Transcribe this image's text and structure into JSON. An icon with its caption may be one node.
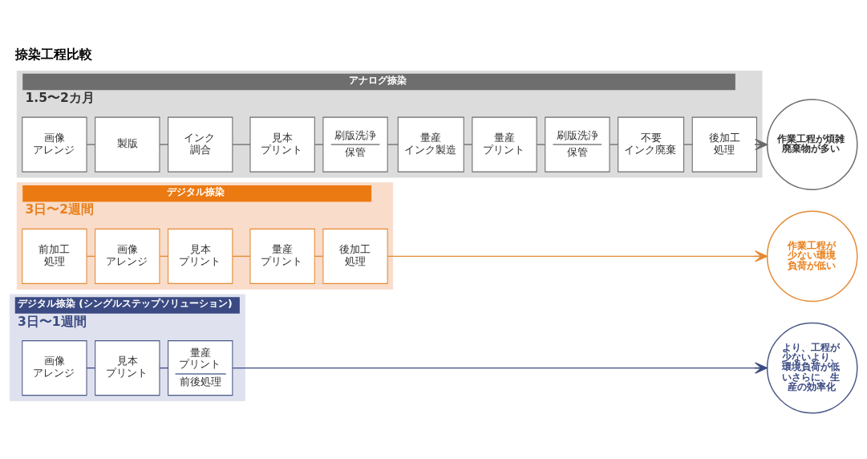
{
  "diagram": {
    "title": "捺染工程比較",
    "nodes": [
      {
        "text": [
          "アナログ捺染",
          "1.5〜2カ月"
        ]
      },
      {
        "text": [
          "画像アレンジ"
        ],
        "in": 0
      },
      {
        "text": [
          "製版"
        ],
        "in": 0
      },
      {
        "text": [
          "インク調合"
        ],
        "in": 0
      },
      {
        "text": [
          "見本プリント"
        ],
        "in": 0
      },
      {
        "text": [
          "刷版洗浄",
          "保管"
        ],
        "in": 0
      },
      {
        "text": [
          "量産インク製造"
        ],
        "in": 0
      },
      {
        "text": [
          "量産プリント"
        ],
        "in": 0
      },
      {
        "text": [
          "刷版洗浄",
          "保管"
        ],
        "in": 0
      },
      {
        "text": [
          "不要インク廃棄"
        ],
        "in": 0
      },
      {
        "text": [
          "後加工処理"
        ],
        "in": 0
      },
      {
        "text": [
          "作業工程が煩雑廃棄物が多い"
        ]
      },
      {
        "text": [
          "デジタル捺染",
          "3日〜2週間"
        ]
      },
      {
        "text": [
          "前加工処理"
        ],
        "in": 12
      },
      {
        "text": [
          "画像アレンジ"
        ],
        "in": 12
      },
      {
        "text": [
          "見本プリント"
        ],
        "in": 12
      },
      {
        "text": [
          "量産プリント"
        ],
        "in": 12
      },
      {
        "text": [
          "後加工処理"
        ],
        "in": 12
      },
      {
        "text": [
          "作業工程が少ない環境負荷が低い"
        ]
      },
      {
        "text": [
          "デジタル捺染 (シングルステップソリューション)",
          "3日〜1週間"
        ]
      },
      {
        "text": [
          "画像アレンジ"
        ],
        "in": 19
      },
      {
        "text": [
          "見本プリント"
        ],
        "in": 19
      },
      {
        "text": [
          "量産プリント",
          "前後処理"
        ],
        "in": 19
      },
      {
        "text": [
          "より、工程が少ないより、環境負荷が低いさらに、生産の効率化"
        ]
      }
    ],
    "edges": [
      {
        "from": 1,
        "to": 2,
        "arrow": "none"
      },
      {
        "from": 2,
        "to": 3,
        "arrow": "none"
      },
      {
        "from": 3,
        "to": 4,
        "arrow": "none"
      },
      {
        "from": 4,
        "to": 5,
        "arrow": "none"
      },
      {
        "from": 5,
        "to": 6,
        "arrow": "none"
      },
      {
        "from": 6,
        "to": 7,
        "arrow": "none"
      },
      {
        "from": 7,
        "to": 8,
        "arrow": "none"
      },
      {
        "from": 8,
        "to": 9,
        "arrow": "none"
      },
      {
        "from": 9,
        "to": 10,
        "arrow": "none"
      },
      {
        "from": 10,
        "to": 11,
        "arrow": "to"
      },
      {
        "from": 13,
        "to": 14,
        "arrow": "none",
        "color": "#e58a35"
      },
      {
        "from": 14,
        "to": 15,
        "arrow": "none",
        "color": "#e58a35"
      },
      {
        "from": 15,
        "to": 16,
        "arrow": "none",
        "color": "#e58a35"
      },
      {
        "from": 16,
        "to": 17,
        "arrow": "none",
        "color": "#e58a35"
      },
      {
        "from": 17,
        "to": 18,
        "arrow": "to",
        "color": "#e58a35"
      },
      {
        "from": 20,
        "to": 21,
        "arrow": "none",
        "color": "#3b4a82"
      },
      {
        "from": 21,
        "to": 22,
        "arrow": "none",
        "color": "#3b4a82"
      },
      {
        "from": 22,
        "to": 23,
        "arrow": "to",
        "color": "#3b4a82"
      }
    ]
  }
}
